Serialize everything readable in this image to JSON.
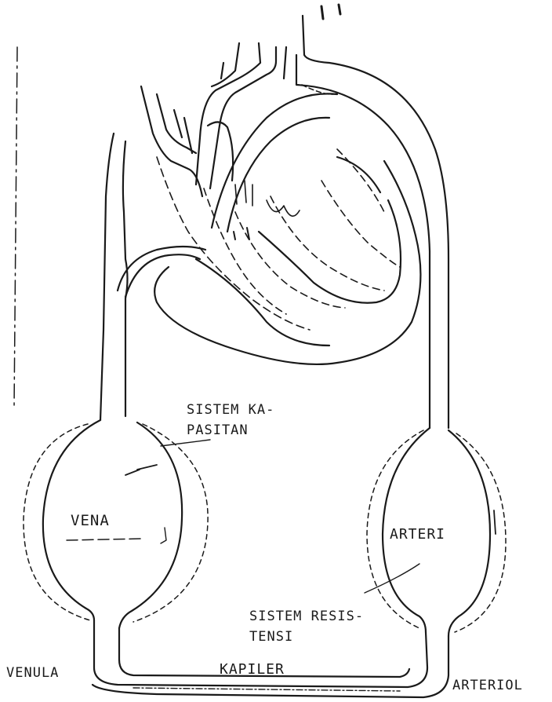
{
  "labels": {
    "kapasitan_line1": "SISTEM KA-",
    "kapasitan_line2": "PASITAN",
    "vena": "VENA",
    "arteri": "ARTERI",
    "resistensi_line1": "SISTEM RESIS-",
    "resistensi_line2": "TENSI",
    "venula": "VENULA",
    "kapiler": "KAPILER",
    "arteriol": "ARTERIOL"
  },
  "colors": {
    "ink": "#1a1a1a",
    "paper": "#ffffff"
  }
}
